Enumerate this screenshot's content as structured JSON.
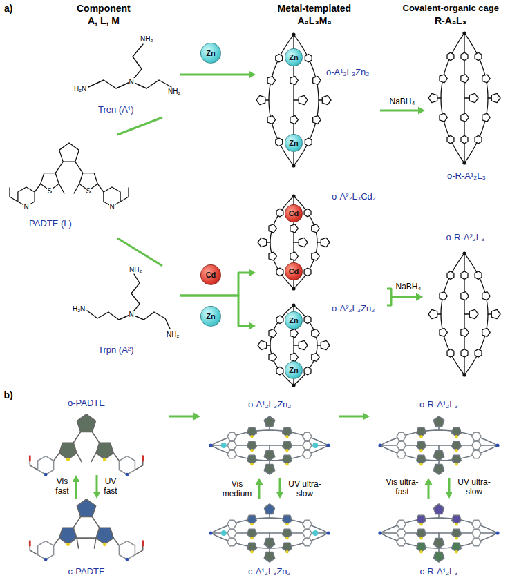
{
  "diagram": {
    "nodes": [
      {
        "text": [
          "Tren (A¹)"
        ]
      },
      {
        "text": [
          "PADTE (L)"
        ]
      },
      {
        "text": [
          "Trpn (A²)"
        ]
      },
      {
        "text": [
          "Zn"
        ]
      },
      {
        "text": [
          "o-A¹₂L₃Zn₂"
        ]
      },
      {
        "text": [
          "Zn"
        ],
        "in": 4
      },
      {
        "text": [
          "Zn"
        ],
        "in": 4
      },
      {
        "text": [
          "o-R-A¹₂L₃"
        ]
      },
      {
        "text": [
          "Cd"
        ]
      },
      {
        "text": [
          "Zn"
        ]
      },
      {
        "text": [
          "o-A²₂L₃Cd₂"
        ]
      },
      {
        "text": [
          "Cd"
        ],
        "in": 10
      },
      {
        "text": [
          "Cd"
        ],
        "in": 10
      },
      {
        "text": [
          "o-A²₂L₃Zn₂"
        ]
      },
      {
        "text": [
          "Zn"
        ],
        "in": 13
      },
      {
        "text": [
          "Zn"
        ],
        "in": 13
      },
      {
        "text": [
          "o-R-A²₂L₃"
        ]
      },
      {
        "text": [
          "o-PADTE"
        ]
      },
      {
        "text": [
          "o-A¹₂L₃Zn₂"
        ]
      },
      {
        "text": [
          "o-R-A¹₂L₃"
        ]
      },
      {
        "text": [
          "c-PADTE"
        ]
      },
      {
        "text": [
          "c-A¹₂L₃Zn₂"
        ]
      },
      {
        "text": [
          "c-R-A¹₂L₃"
        ]
      }
    ],
    "edges": [
      {
        "from": 1,
        "to": 0,
        "arrow": "none"
      },
      {
        "from": 1,
        "to": 2,
        "arrow": "none"
      },
      {
        "from": 0,
        "to": 4,
        "arrow": "to"
      },
      {
        "from": 4,
        "to": 7,
        "arrow": "to",
        "label": "NaBH₄"
      },
      {
        "from": 2,
        "to": 10,
        "arrow": "to"
      },
      {
        "from": 2,
        "to": 13,
        "arrow": "to"
      },
      {
        "from": 10,
        "to": 16,
        "arrow": "to",
        "label": "NaBH₄"
      },
      {
        "from": 13,
        "to": 16,
        "arrow": "to"
      },
      {
        "from": 17,
        "to": 18,
        "arrow": "to"
      },
      {
        "from": 18,
        "to": 19,
        "arrow": "to"
      },
      {
        "from": 20,
        "to": 17,
        "arrow": "to",
        "label": "Vis fast"
      },
      {
        "from": 17,
        "to": 20,
        "arrow": "to",
        "label": "UV fast"
      },
      {
        "from": 21,
        "to": 18,
        "arrow": "to",
        "label": "Vis medium"
      },
      {
        "from": 18,
        "to": 21,
        "arrow": "to",
        "label": "UV ultra-slow"
      },
      {
        "from": 22,
        "to": 19,
        "arrow": "to",
        "label": "Vis ultra-fast"
      },
      {
        "from": 19,
        "to": 22,
        "arrow": "to",
        "label": "UV ultra-slow"
      }
    ],
    "labels": [
      "a)",
      "Component",
      "A, L, M",
      "Metal-templated",
      "A₂L₃M₂",
      "Covalent-organic cage",
      "R-A₂L₃",
      "b)",
      "NH₂",
      "NH₂",
      "H₂N",
      "N",
      "S",
      "S",
      "N",
      "N",
      "NH₂",
      "NH₂",
      "H₂N",
      "N"
    ]
  }
}
